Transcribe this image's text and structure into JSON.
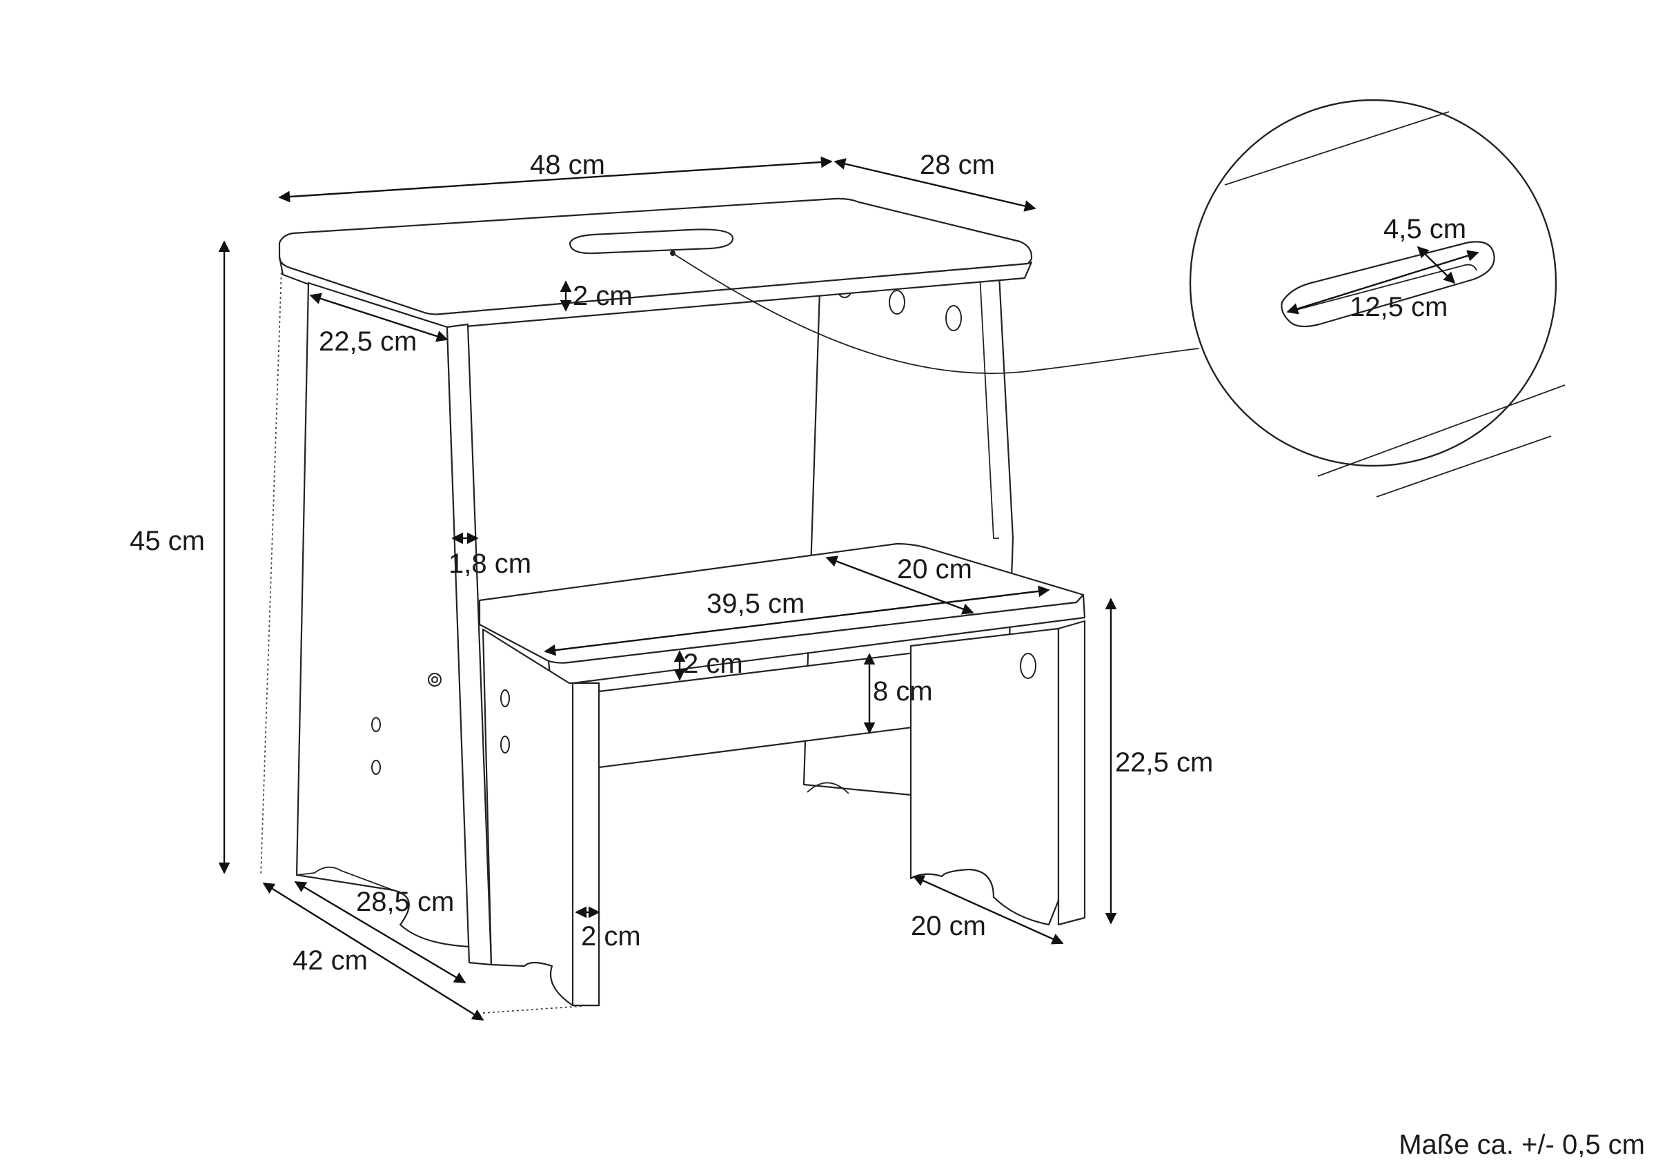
{
  "dimensions": {
    "width_top": "48 cm",
    "depth_top": "28 cm",
    "top_thickness": "2 cm",
    "top_inner_depth": "22,5 cm",
    "height_total": "45 cm",
    "side_thickness": "1,8 cm",
    "step_depth": "20 cm",
    "step_width": "39,5 cm",
    "step_thickness": "2 cm",
    "apron_height": "8 cm",
    "step_height": "22,5 cm",
    "side_inner_depth": "28,5 cm",
    "base_depth": "42 cm",
    "step_side_thickness": "2 cm",
    "step_foot_depth": "20 cm"
  },
  "detail": {
    "slot_width": "4,5 cm",
    "slot_length": "12,5 cm"
  },
  "footnote": "Maße ca. +/- 0,5 cm"
}
